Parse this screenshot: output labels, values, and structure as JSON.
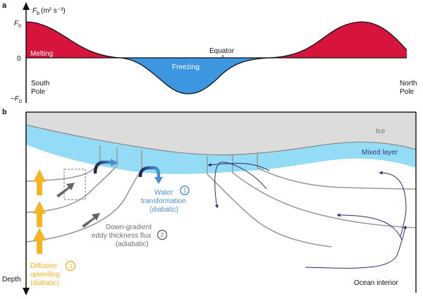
{
  "panel_a": {
    "letter": "a",
    "y_axis_label_var": "F",
    "y_axis_label_sub": "b",
    "y_axis_label_units": "(m² s⁻³)",
    "y_ticks": [
      {
        "label": "F",
        "sub": "0",
        "value": 1
      },
      {
        "label": "0",
        "sub": "",
        "value": 0
      },
      {
        "label": "−F",
        "sub": "0",
        "value": -1
      }
    ],
    "x_labels": {
      "left_line1": "South",
      "left_line2": "Pole",
      "right_line1": "North",
      "right_line2": "Pole",
      "center": "Equator"
    },
    "regions": {
      "melting_label": "Melting",
      "freezing_label": "Freezing"
    },
    "colors": {
      "melting": "#d7143c",
      "freezing": "#3c96e0"
    }
  },
  "panel_b": {
    "letter": "b",
    "depth_label": "Depth",
    "ice_label": "Ice",
    "mixed_layer_label": "Mixed layer",
    "ocean_interior_label": "Ocean interior",
    "processes": [
      {
        "number": "1",
        "line1": "Water",
        "line2": "transformation",
        "line3": "(diabatic)",
        "color": "#4a8fd4"
      },
      {
        "number": "2",
        "line1": "Down-gradient",
        "line2": "eddy thickness flux",
        "line3": "(adiabatic)",
        "color": "#707070"
      },
      {
        "number": "3",
        "line1": "Diffusive",
        "line2": "upwelling",
        "line3": "(diabatic)",
        "color": "#f6b322"
      }
    ],
    "colors": {
      "ice": "#dcdcdc",
      "mixed_layer": "#94dcf5",
      "isopycnal": "#9a9a9a",
      "circulation": "#2a2a6e"
    }
  }
}
